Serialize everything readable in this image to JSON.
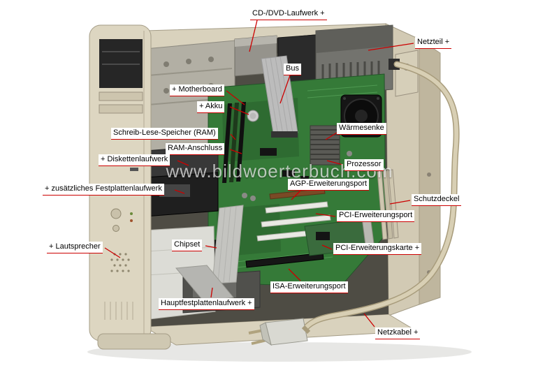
{
  "page": {
    "watermark": "www.bildwoerterbuch.com"
  },
  "colors": {
    "accent_red": "#cc0000",
    "case_beige": "#d9d2bd",
    "motherboard_green": "#357a38",
    "watermark_white": "#ffffff"
  },
  "labels": {
    "cd_dvd": "CD-/DVD-Laufwerk +",
    "netzteil": "Netzteil +",
    "bus": "Bus",
    "motherboard": "+ Motherboard",
    "akku": "+ Akku",
    "ram": "Schreib-Lese-Speicher (RAM)",
    "ram_anschluss": "RAM-Anschluss",
    "diskettenlaufwerk": "+ Diskettenlaufwerk",
    "waermesenke": "Wärmesenke",
    "prozessor": "Prozessor",
    "zusaetzliches_festplattenlaufwerk": "+ zusätzliches Festplattenlaufwerk",
    "agp_erweiterungsport": "AGP-Erweiterungsport",
    "schutzdeckel": "Schutzdeckel",
    "pci_erweiterungsport": "PCI-Erweiterungsport",
    "chipset": "Chipset",
    "lautsprecher": "+ Lautsprecher",
    "pci_erweiterungskarte": "PCI-Erweiterungskarte +",
    "isa_erweiterungsport": "ISA-Erweiterungsport",
    "hauptfestplattenlaufwerk": "Hauptfestplattenlaufwerk +",
    "netzkabel": "Netzkabel +"
  }
}
